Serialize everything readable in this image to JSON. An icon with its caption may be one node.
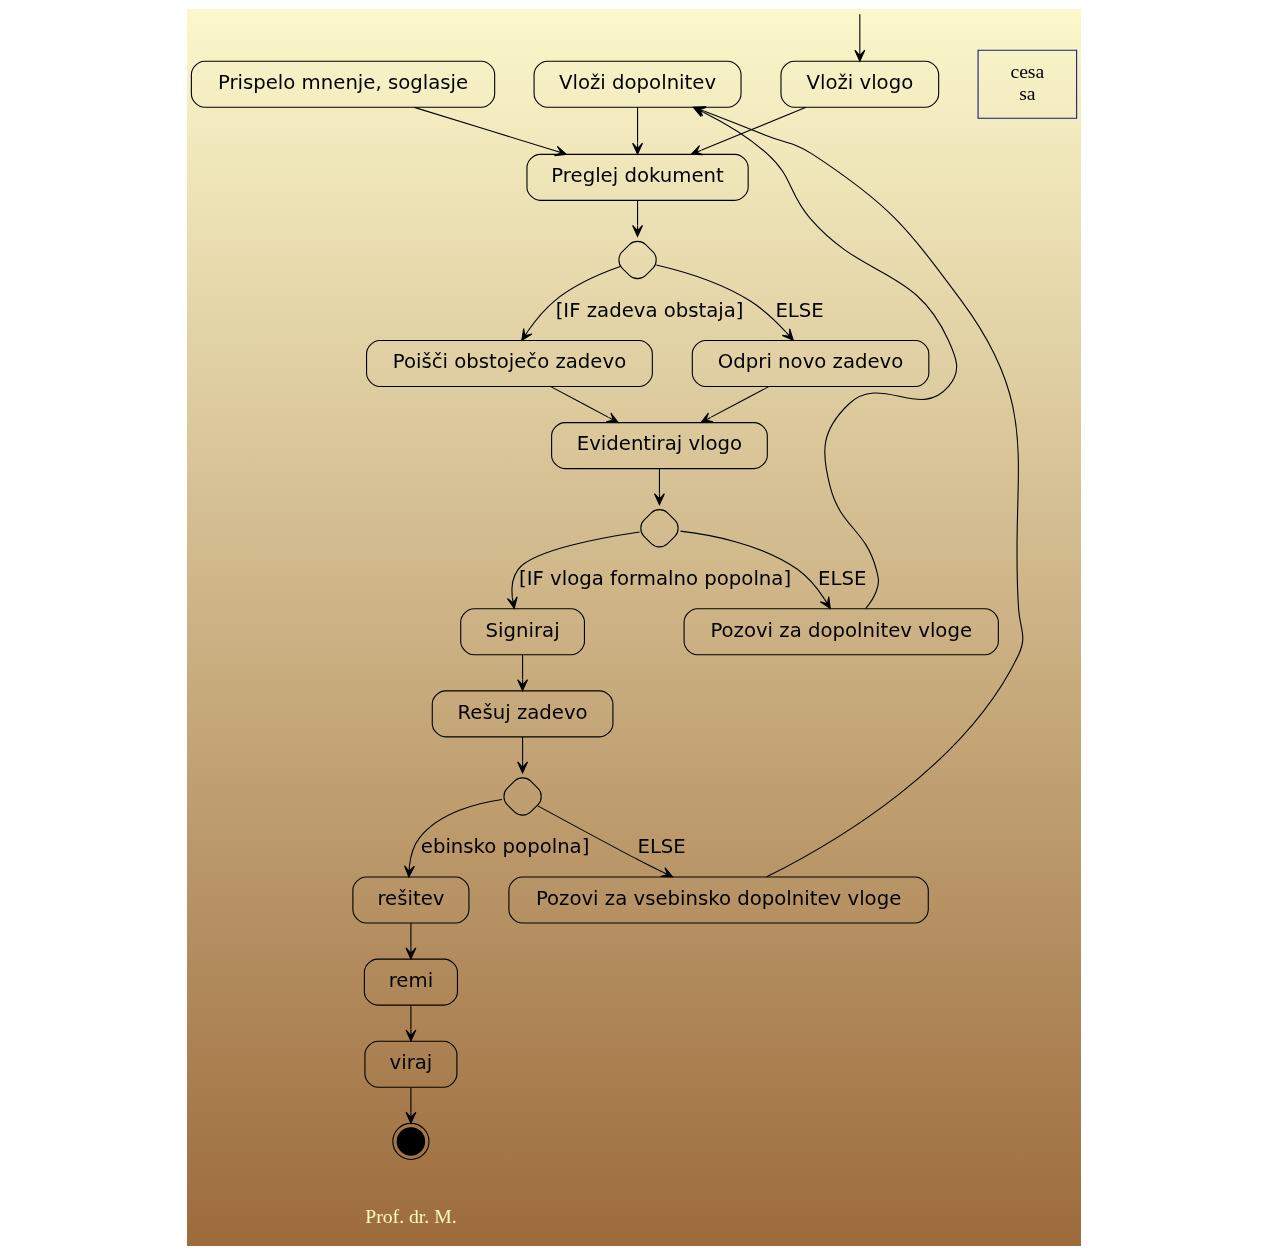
{
  "diagram": {
    "nodes": [
      {
        "text": [
          "Prispelo mnenje, soglasje"
        ]
      },
      {
        "text": [
          "Vloži vlogo"
        ]
      },
      {
        "text": [
          "Vloži dopolnitev"
        ]
      },
      {
        "text": [
          "cesa",
          "sa"
        ]
      },
      {
        "text": [
          "Preglej dokument"
        ]
      },
      {
        "text": [],
        "shape": "diamond"
      },
      {
        "text": [
          "Poišči obstoječo zadevo"
        ]
      },
      {
        "text": [
          "Odpri novo zadevo"
        ]
      },
      {
        "text": [
          "Evidentiraj vlogo"
        ]
      },
      {
        "text": [],
        "shape": "diamond"
      },
      {
        "text": [
          "Signiraj"
        ]
      },
      {
        "text": [
          "Pozovi za dopolnitev vloge"
        ]
      },
      {
        "text": [
          "Rešuj zadevo"
        ]
      },
      {
        "text": [],
        "shape": "diamond"
      },
      {
        "text": [
          "rešitev"
        ]
      },
      {
        "text": [
          "Pozovi za vsebinsko dopolnitev vloge"
        ]
      },
      {
        "text": [
          "remi"
        ]
      },
      {
        "text": [
          "viraj"
        ]
      },
      {
        "text": [],
        "shape": "circle"
      }
    ],
    "edges": [
      {
        "from": null,
        "to": 1,
        "arrow": "to"
      },
      {
        "from": 0,
        "to": 4,
        "arrow": "to"
      },
      {
        "from": 1,
        "to": 4,
        "arrow": "to"
      },
      {
        "from": 2,
        "to": 4,
        "arrow": "to"
      },
      {
        "from": 4,
        "to": 5,
        "arrow": "to"
      },
      {
        "from": 5,
        "to": 6,
        "arrow": "to",
        "label": "[IF zadeva obstaja]"
      },
      {
        "from": 5,
        "to": 7,
        "arrow": "to",
        "label": "ELSE"
      },
      {
        "from": 6,
        "to": 8,
        "arrow": "to"
      },
      {
        "from": 7,
        "to": 8,
        "arrow": "to"
      },
      {
        "from": 8,
        "to": 9,
        "arrow": "to"
      },
      {
        "from": 9,
        "to": 10,
        "arrow": "to",
        "label": "[IF vloga formalno popolna]"
      },
      {
        "from": 9,
        "to": 11,
        "arrow": "to",
        "label": "ELSE"
      },
      {
        "from": 11,
        "to": 2,
        "arrow": "to"
      },
      {
        "from": 10,
        "to": 12,
        "arrow": "to"
      },
      {
        "from": 12,
        "to": 13,
        "arrow": "to"
      },
      {
        "from": 13,
        "to": 14,
        "arrow": "to",
        "label": "ebinsko popolna]"
      },
      {
        "from": 13,
        "to": 15,
        "arrow": "to",
        "label": "ELSE"
      },
      {
        "from": 15,
        "to": 2,
        "arrow": "to"
      },
      {
        "from": 14,
        "to": 16,
        "arrow": "to"
      },
      {
        "from": 16,
        "to": 17,
        "arrow": "to"
      },
      {
        "from": 17,
        "to": 18,
        "arrow": "to"
      }
    ],
    "labels": [
      "Prof. dr. M."
    ]
  }
}
